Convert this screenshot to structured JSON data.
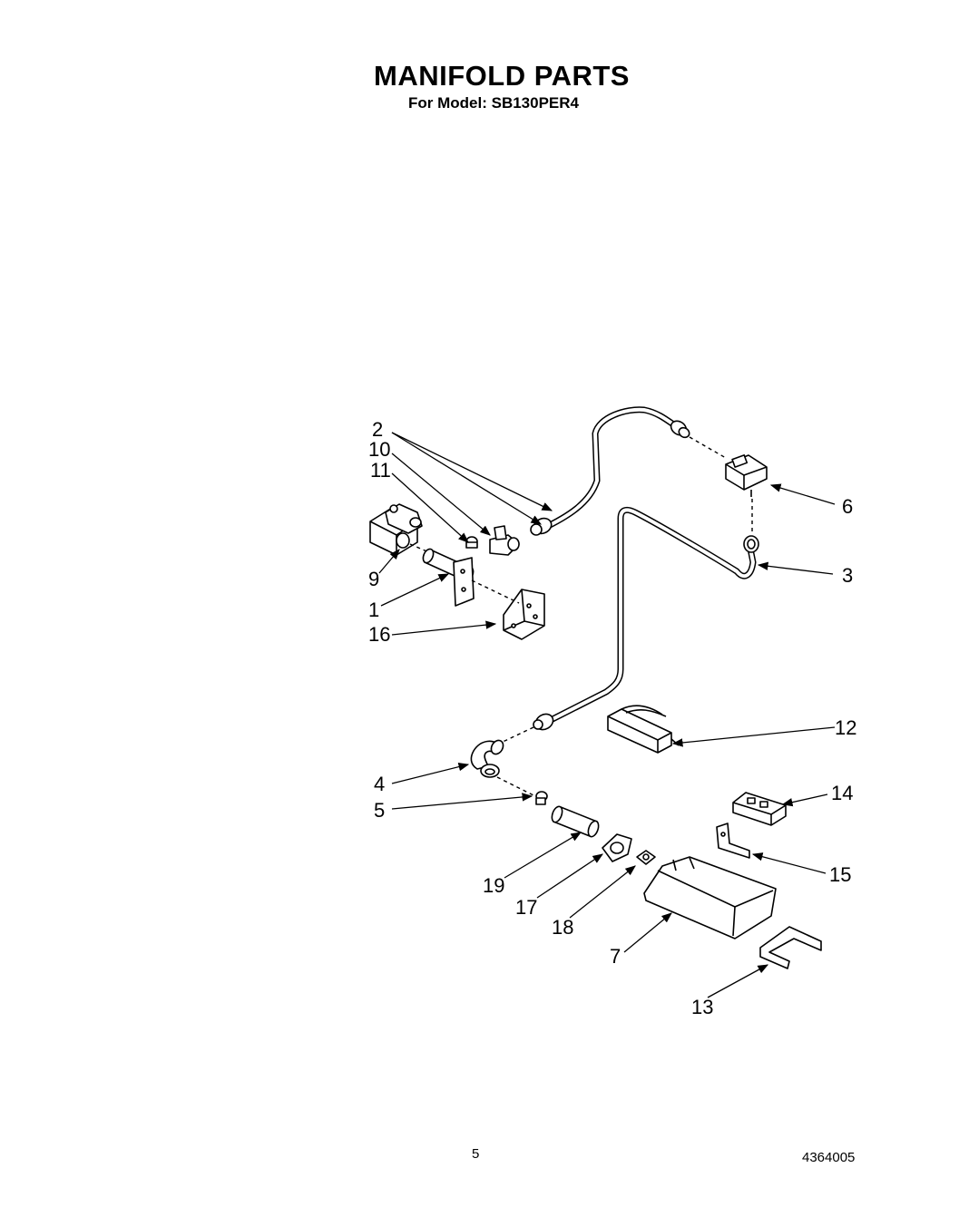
{
  "header": {
    "title": "MANIFOLD PARTS",
    "subtitle": "For Model: SB130PER4"
  },
  "footer": {
    "page_number": "5",
    "document_number": "4364005"
  },
  "callouts": [
    {
      "key": "c2",
      "label": "2"
    },
    {
      "key": "c10",
      "label": "10"
    },
    {
      "key": "c11",
      "label": "11"
    },
    {
      "key": "c9",
      "label": "9"
    },
    {
      "key": "c1",
      "label": "1"
    },
    {
      "key": "c16",
      "label": "16"
    },
    {
      "key": "c6",
      "label": "6"
    },
    {
      "key": "c3",
      "label": "3"
    },
    {
      "key": "c12",
      "label": "12"
    },
    {
      "key": "c4",
      "label": "4"
    },
    {
      "key": "c5",
      "label": "5"
    },
    {
      "key": "c14",
      "label": "14"
    },
    {
      "key": "c15",
      "label": "15"
    },
    {
      "key": "c19",
      "label": "19"
    },
    {
      "key": "c17",
      "label": "17"
    },
    {
      "key": "c18",
      "label": "18"
    },
    {
      "key": "c7",
      "label": "7"
    },
    {
      "key": "c13",
      "label": "13"
    }
  ]
}
